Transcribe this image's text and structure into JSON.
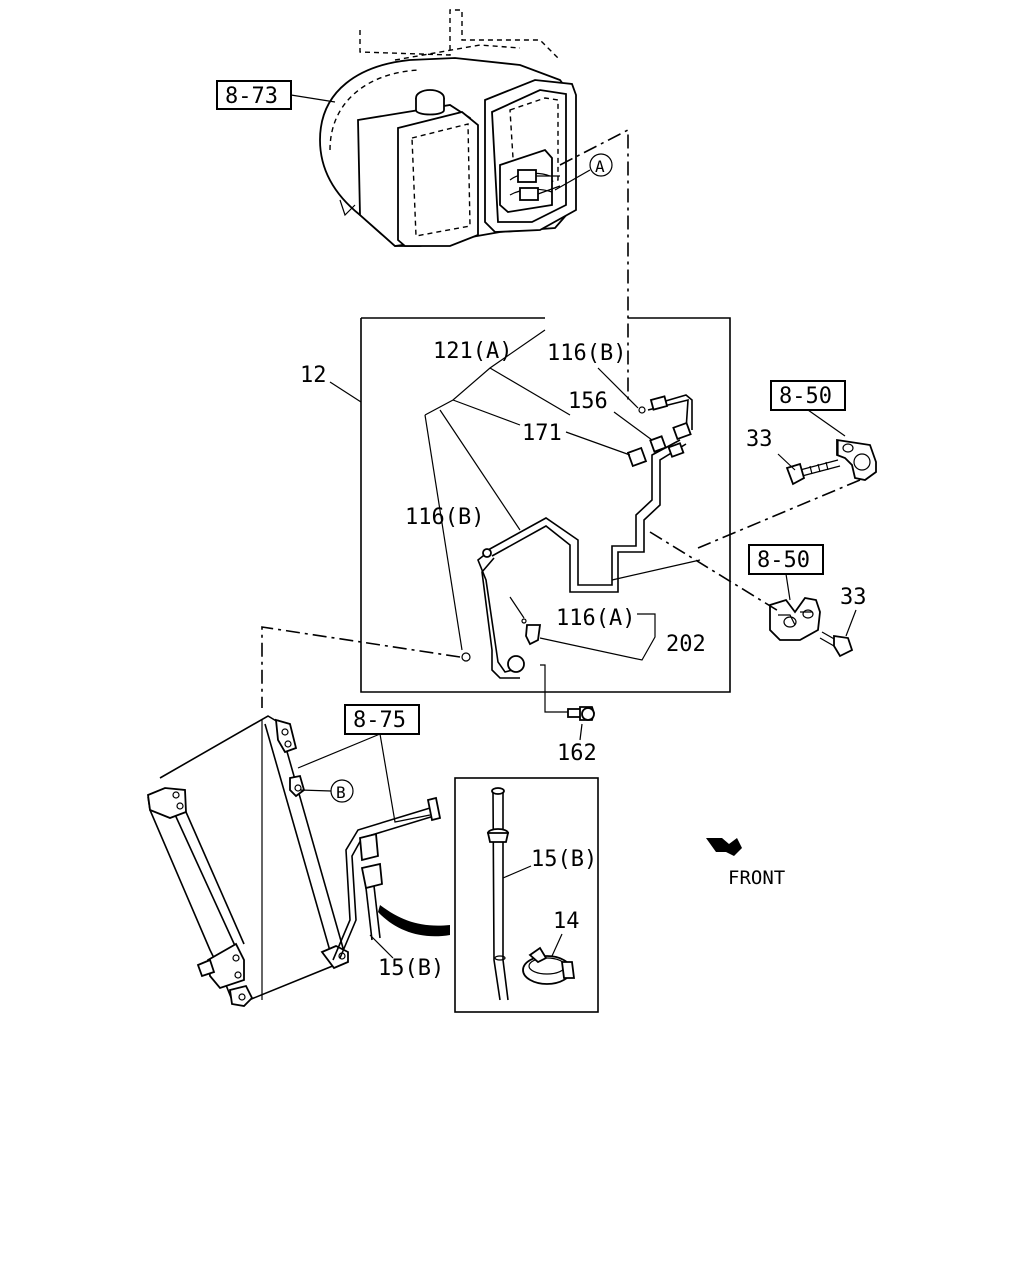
{
  "labels": {
    "ref_8_73": "8-73",
    "ref_8_50_top": "8-50",
    "ref_8_50_bottom": "8-50",
    "ref_8_75": "8-75",
    "p12": "12",
    "p121a": "121(A)",
    "p116b_top": "116(B)",
    "p156": "156",
    "p171": "171",
    "p116b_left": "116(B)",
    "p116a": "116(A)",
    "p202": "202",
    "p162": "162",
    "p33_top": "33",
    "p33_bottom": "33",
    "p15b_inset": "15(B)",
    "p15b_bottom": "15(B)",
    "p14": "14",
    "callout_a": "A",
    "callout_b": "B",
    "front": "FRONT"
  }
}
